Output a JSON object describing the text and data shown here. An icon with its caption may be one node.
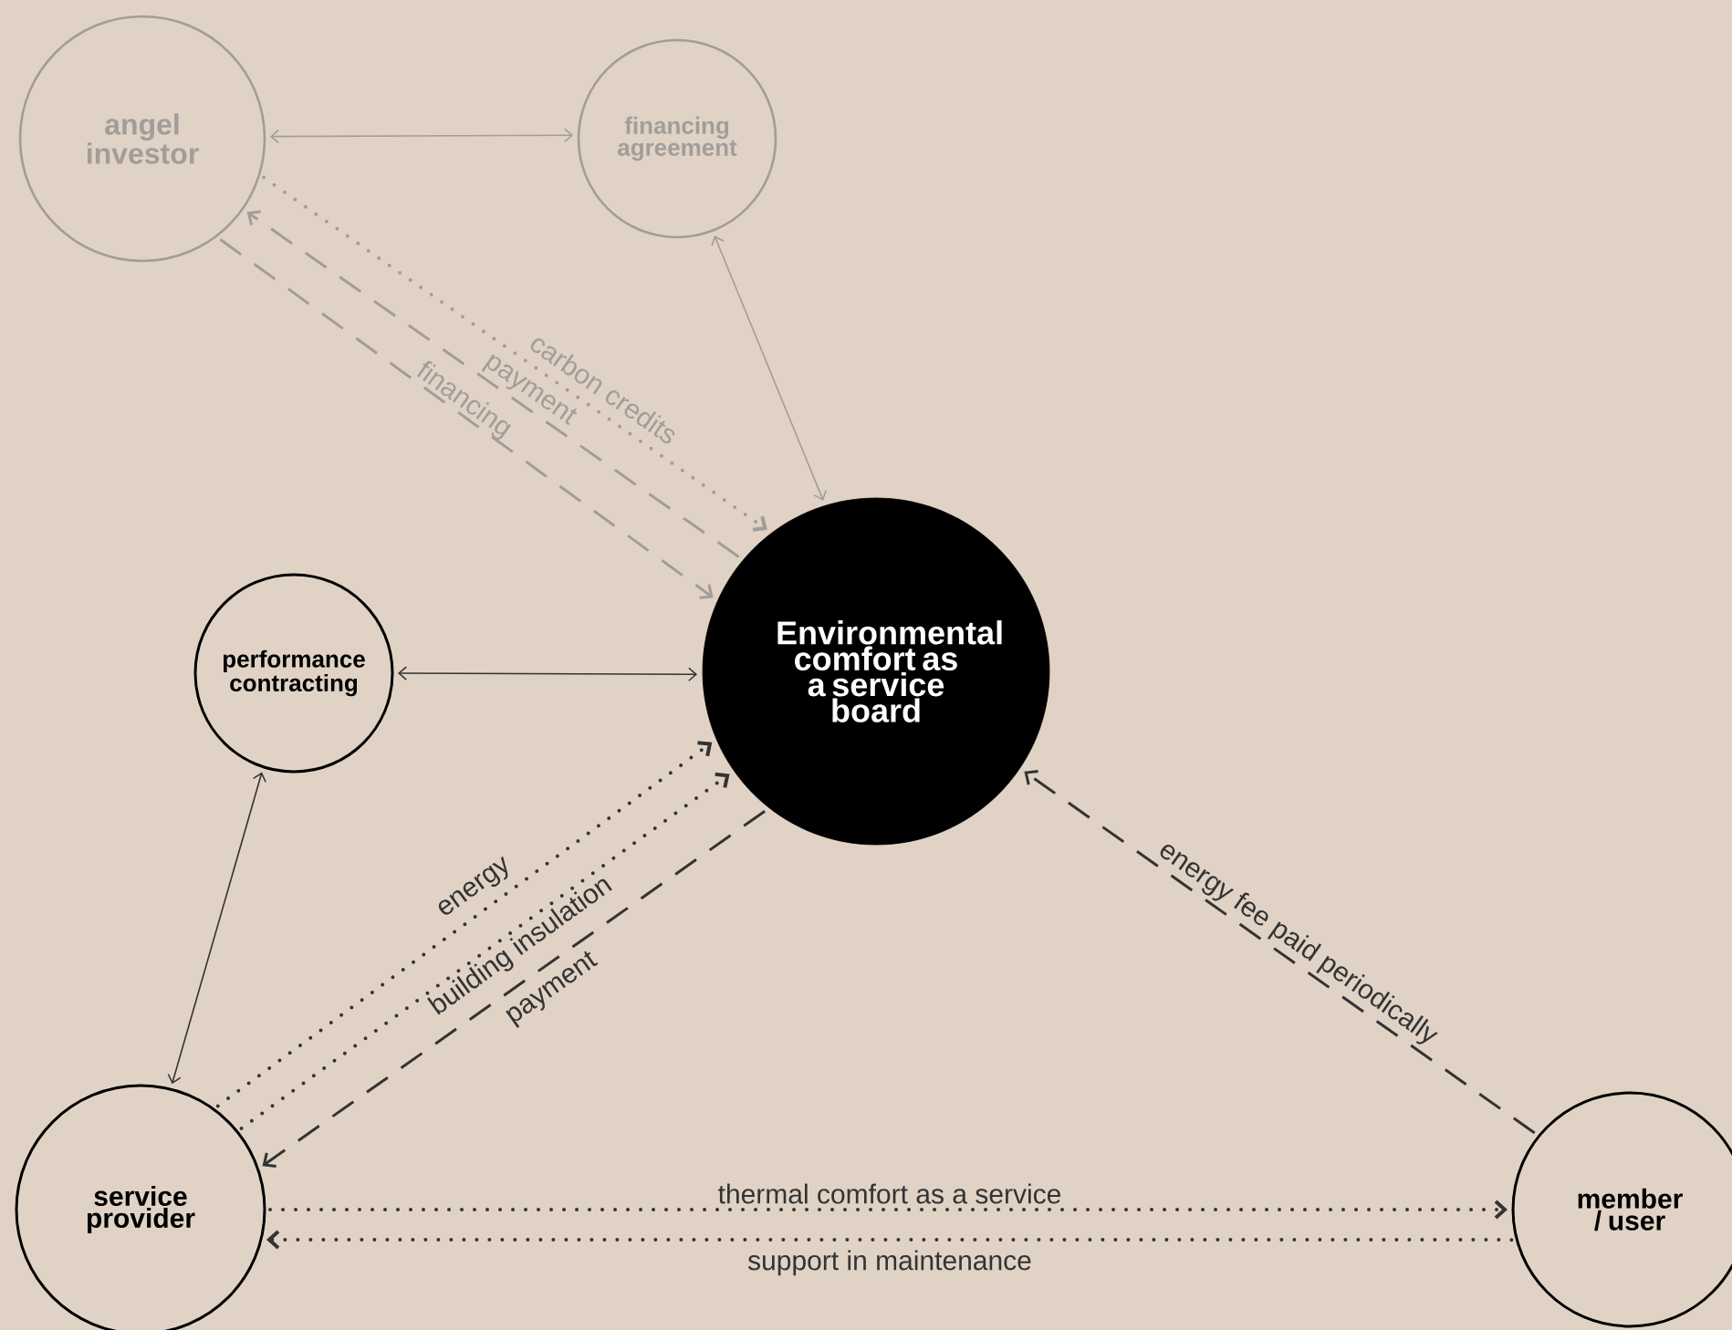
{
  "diagram": {
    "nodes": [
      {
        "text": [
          "angel investor"
        ]
      },
      {
        "text": [
          "financing agreement"
        ]
      },
      {
        "text": [
          "performance contracting"
        ]
      },
      {
        "text": [
          "Environmental comfort as a service board"
        ]
      },
      {
        "text": [
          "service provider"
        ]
      },
      {
        "text": [
          "member / user"
        ]
      }
    ],
    "edges": [
      {
        "from": 0,
        "to": 1,
        "arrow": "both",
        "color": "#a29d99"
      },
      {
        "from": 1,
        "to": 3,
        "arrow": "both",
        "color": "#a29d99"
      },
      {
        "from": 0,
        "to": 3,
        "arrow": "to",
        "label": "carbon credits",
        "style": "dashed",
        "color": "#a29d99"
      },
      {
        "from": 3,
        "to": 0,
        "arrow": "to",
        "label": "payment",
        "style": "dashed",
        "color": "#a29d99"
      },
      {
        "from": 0,
        "to": 3,
        "arrow": "to",
        "label": "financing",
        "style": "dashed",
        "color": "#a29d99"
      },
      {
        "from": 2,
        "to": 3,
        "arrow": "both"
      },
      {
        "from": 2,
        "to": 4,
        "arrow": "both"
      },
      {
        "from": 4,
        "to": 3,
        "arrow": "to",
        "label": "energy",
        "style": "dashed"
      },
      {
        "from": 4,
        "to": 3,
        "arrow": "to",
        "label": "building insulation",
        "style": "dashed"
      },
      {
        "from": 3,
        "to": 4,
        "arrow": "to",
        "label": "payment",
        "style": "dashed"
      },
      {
        "from": 5,
        "to": 3,
        "arrow": "to",
        "label": "energy fee paid periodically",
        "style": "dashed"
      },
      {
        "from": 4,
        "to": 5,
        "arrow": "to",
        "label": "thermal comfort as a service",
        "style": "dashed"
      },
      {
        "from": 5,
        "to": 4,
        "arrow": "to",
        "label": "support in maintenance",
        "style": "dashed"
      }
    ]
  }
}
